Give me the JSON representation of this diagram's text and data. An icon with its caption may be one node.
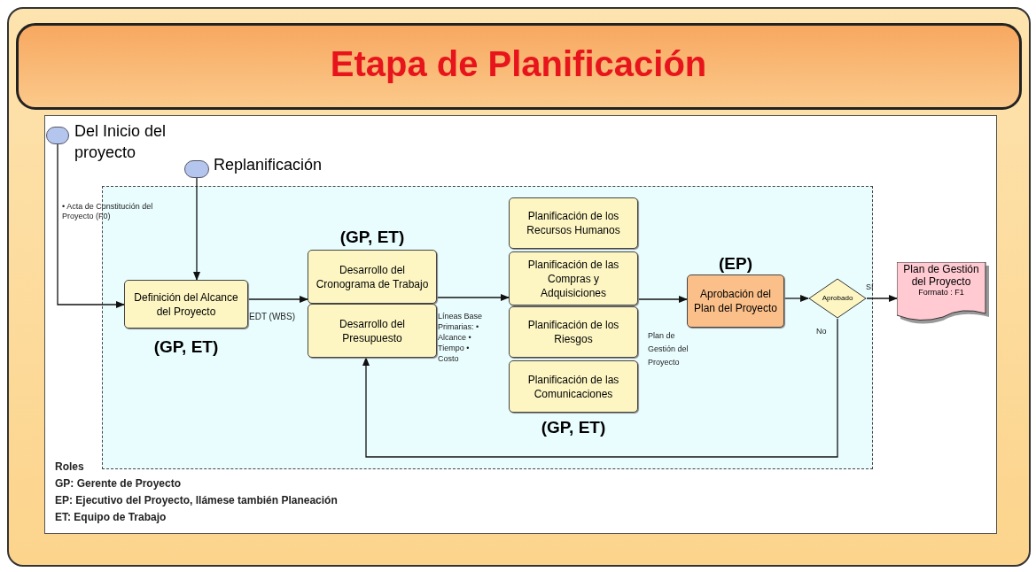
{
  "diagram": {
    "title": "Etapa de Planificación",
    "nodes": [
      {
        "text": [],
        "shape": "circle",
        "beside": [
          "Del Inicio del proyecto"
        ]
      },
      {
        "text": [],
        "shape": "circle",
        "beside": [
          "Replanificación"
        ]
      },
      {
        "text": [
          "Definición del Alcance del Proyecto"
        ],
        "beside": [
          "(GP, ET)"
        ]
      },
      {
        "text": [
          "Desarrollo del Cronograma de Trabajo"
        ],
        "beside": [
          "(GP, ET)"
        ]
      },
      {
        "text": [
          "Desarrollo del Presupuesto"
        ]
      },
      {
        "text": [
          "Planificación de los Recursos Humanos"
        ]
      },
      {
        "text": [
          "Planificación de las Compras y Adquisiciones"
        ]
      },
      {
        "text": [
          "Planificación de los Riesgos"
        ]
      },
      {
        "text": [
          "Planificación de las Comunicaciones"
        ],
        "beside": [
          "(GP, ET)"
        ]
      },
      {
        "text": [
          "Aprobación del Plan del Proyecto"
        ],
        "beside": [
          "(EP)"
        ]
      },
      {
        "text": [
          "Aprobado"
        ]
      },
      {
        "text": [
          "Plan de Gestión del Proyecto",
          "Formato : F1"
        ]
      }
    ],
    "edges": [
      {
        "from": 0,
        "to": 2,
        "arrow": "to",
        "label": "• Acta de Constitución del Proyecto (F0)"
      },
      {
        "from": 1,
        "to": 2,
        "arrow": "to"
      },
      {
        "from": 2,
        "to": 3,
        "arrow": "to",
        "label": "EDT (WBS)"
      },
      {
        "from": 3,
        "to": 6,
        "arrow": "to",
        "label": "Líneas Base Primarias: • Alcance • Tiempo • Costo"
      },
      {
        "from": 6,
        "to": 9,
        "arrow": "to",
        "label": "Plan de Gestión del Proyecto"
      },
      {
        "from": 9,
        "to": 10,
        "arrow": "to"
      },
      {
        "from": 10,
        "to": 11,
        "arrow": "to",
        "label": "Sí"
      },
      {
        "from": 10,
        "to": 4,
        "arrow": "to",
        "label": "No"
      }
    ],
    "labels": [
      "Roles",
      "GP: Gerente de Proyecto",
      "EP: Ejecutivo del Proyecto, llámese también Planeación",
      "ET: Equipo de Trabajo"
    ]
  }
}
